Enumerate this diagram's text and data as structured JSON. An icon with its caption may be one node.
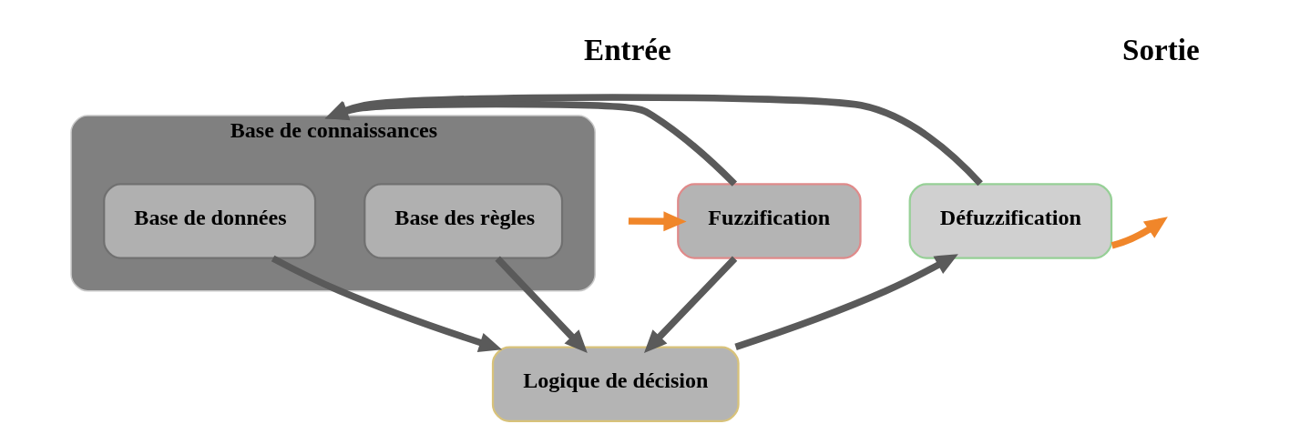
{
  "diagram": {
    "nodes": [
      {
        "text": [
          "Base de connaissances"
        ]
      },
      {
        "text": [
          "Base de données"
        ],
        "in": 0
      },
      {
        "text": [
          "Base des règles"
        ],
        "in": 0
      },
      {
        "text": [
          "Fuzzification"
        ]
      },
      {
        "text": [
          "Logique de décision"
        ]
      },
      {
        "text": [
          "Défuzzification"
        ]
      }
    ],
    "edges": [
      {
        "from": null,
        "to": 3,
        "arrow": "to",
        "color": "#f0862a"
      },
      {
        "from": 3,
        "to": 0,
        "arrow": "to"
      },
      {
        "from": 3,
        "to": 4,
        "arrow": "to"
      },
      {
        "from": 1,
        "to": 4,
        "arrow": "to"
      },
      {
        "from": 2,
        "to": 4,
        "arrow": "to"
      },
      {
        "from": 4,
        "to": 5,
        "arrow": "to"
      },
      {
        "from": 5,
        "to": 0,
        "arrow": "to"
      },
      {
        "from": 5,
        "to": null,
        "arrow": "to",
        "color": "#f0862a"
      }
    ],
    "labels": [
      "Entrée",
      "Sortie"
    ]
  }
}
